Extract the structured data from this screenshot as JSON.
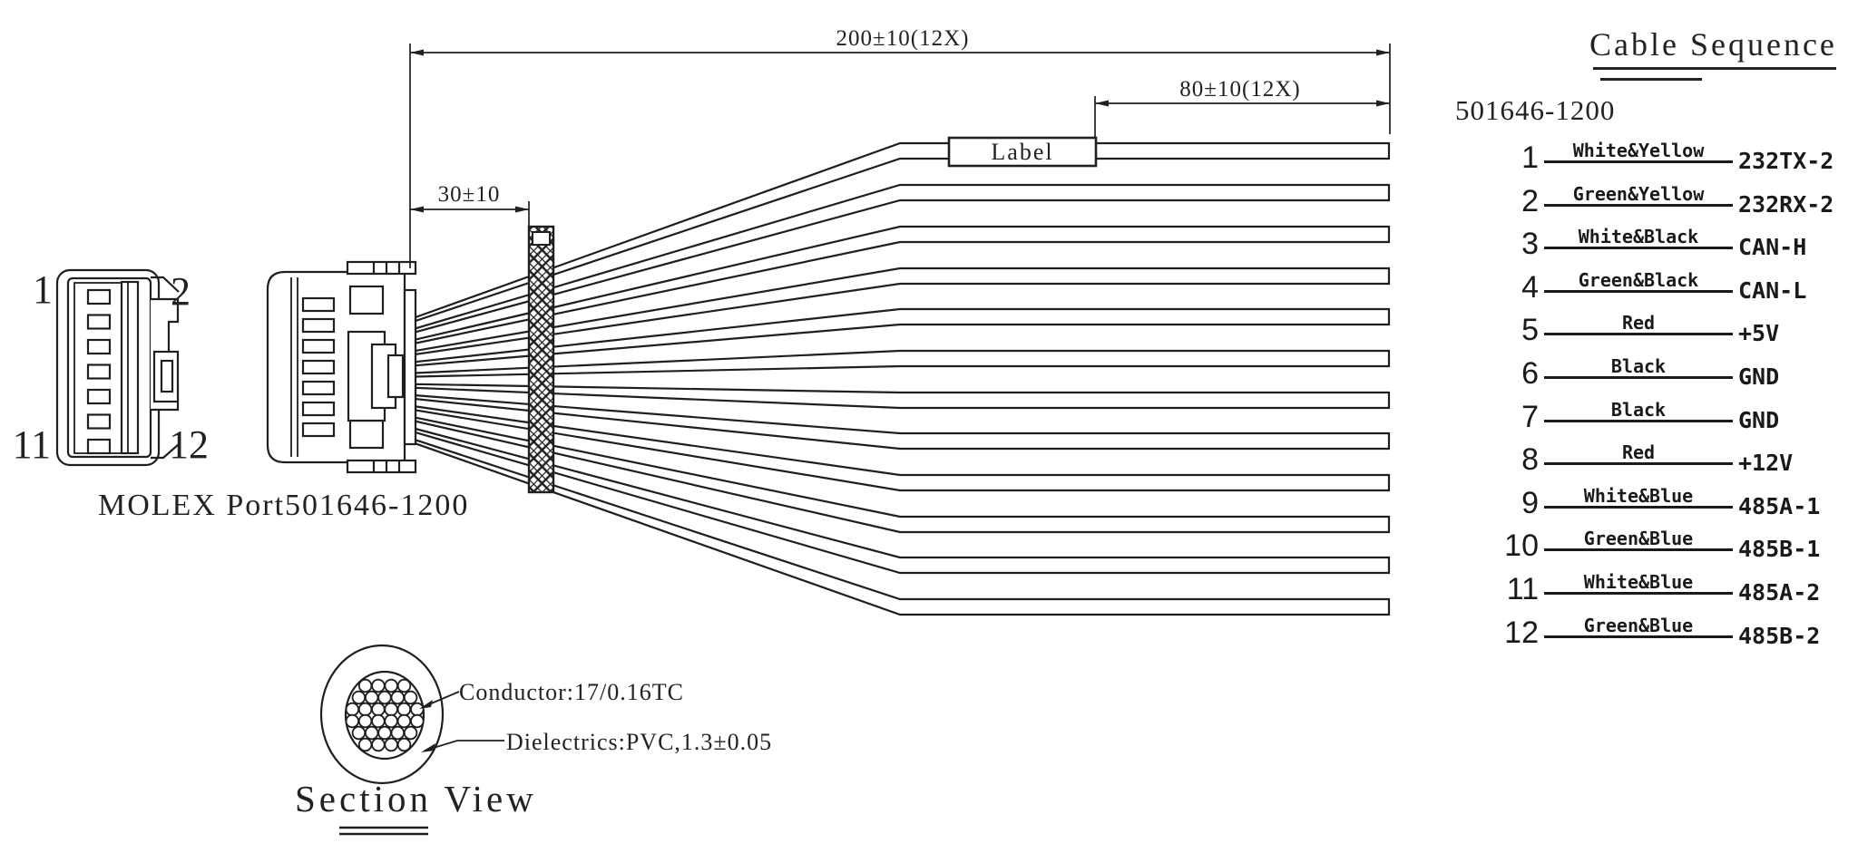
{
  "drawing": {
    "dim_overall": "200±10(12X)",
    "dim_strip": "80±10(12X)",
    "dim_tie": "30±10",
    "label_box": "Label",
    "connector_caption": "MOLEX Port501646-1200",
    "pin_top_left": "1",
    "pin_top_right": "2",
    "pin_bottom_left": "11",
    "pin_bottom_right": "12"
  },
  "section_view": {
    "title": "Section View",
    "conductor_note": "Conductor:17/0.16TC",
    "dielectric_note": "Dielectrics:PVC,1.3±0.05"
  },
  "cable_sequence": {
    "title": "Cable Sequence",
    "part_number": "501646-1200",
    "rows": [
      {
        "pin": "1",
        "color": "White&Yellow",
        "signal": "232TX-2"
      },
      {
        "pin": "2",
        "color": "Green&Yellow",
        "signal": "232RX-2"
      },
      {
        "pin": "3",
        "color": "White&Black",
        "signal": "CAN-H"
      },
      {
        "pin": "4",
        "color": "Green&Black",
        "signal": "CAN-L"
      },
      {
        "pin": "5",
        "color": "Red",
        "signal": "+5V"
      },
      {
        "pin": "6",
        "color": "Black",
        "signal": "GND"
      },
      {
        "pin": "7",
        "color": "Black",
        "signal": "GND"
      },
      {
        "pin": "8",
        "color": "Red",
        "signal": "+12V"
      },
      {
        "pin": "9",
        "color": "White&Blue",
        "signal": "485A-1"
      },
      {
        "pin": "10",
        "color": "Green&Blue",
        "signal": "485B-1"
      },
      {
        "pin": "11",
        "color": "White&Blue",
        "signal": "485A-2"
      },
      {
        "pin": "12",
        "color": "Green&Blue",
        "signal": "485B-2"
      }
    ]
  },
  "colors": {
    "ink": "#1f1f1f",
    "background": "#ffffff"
  }
}
